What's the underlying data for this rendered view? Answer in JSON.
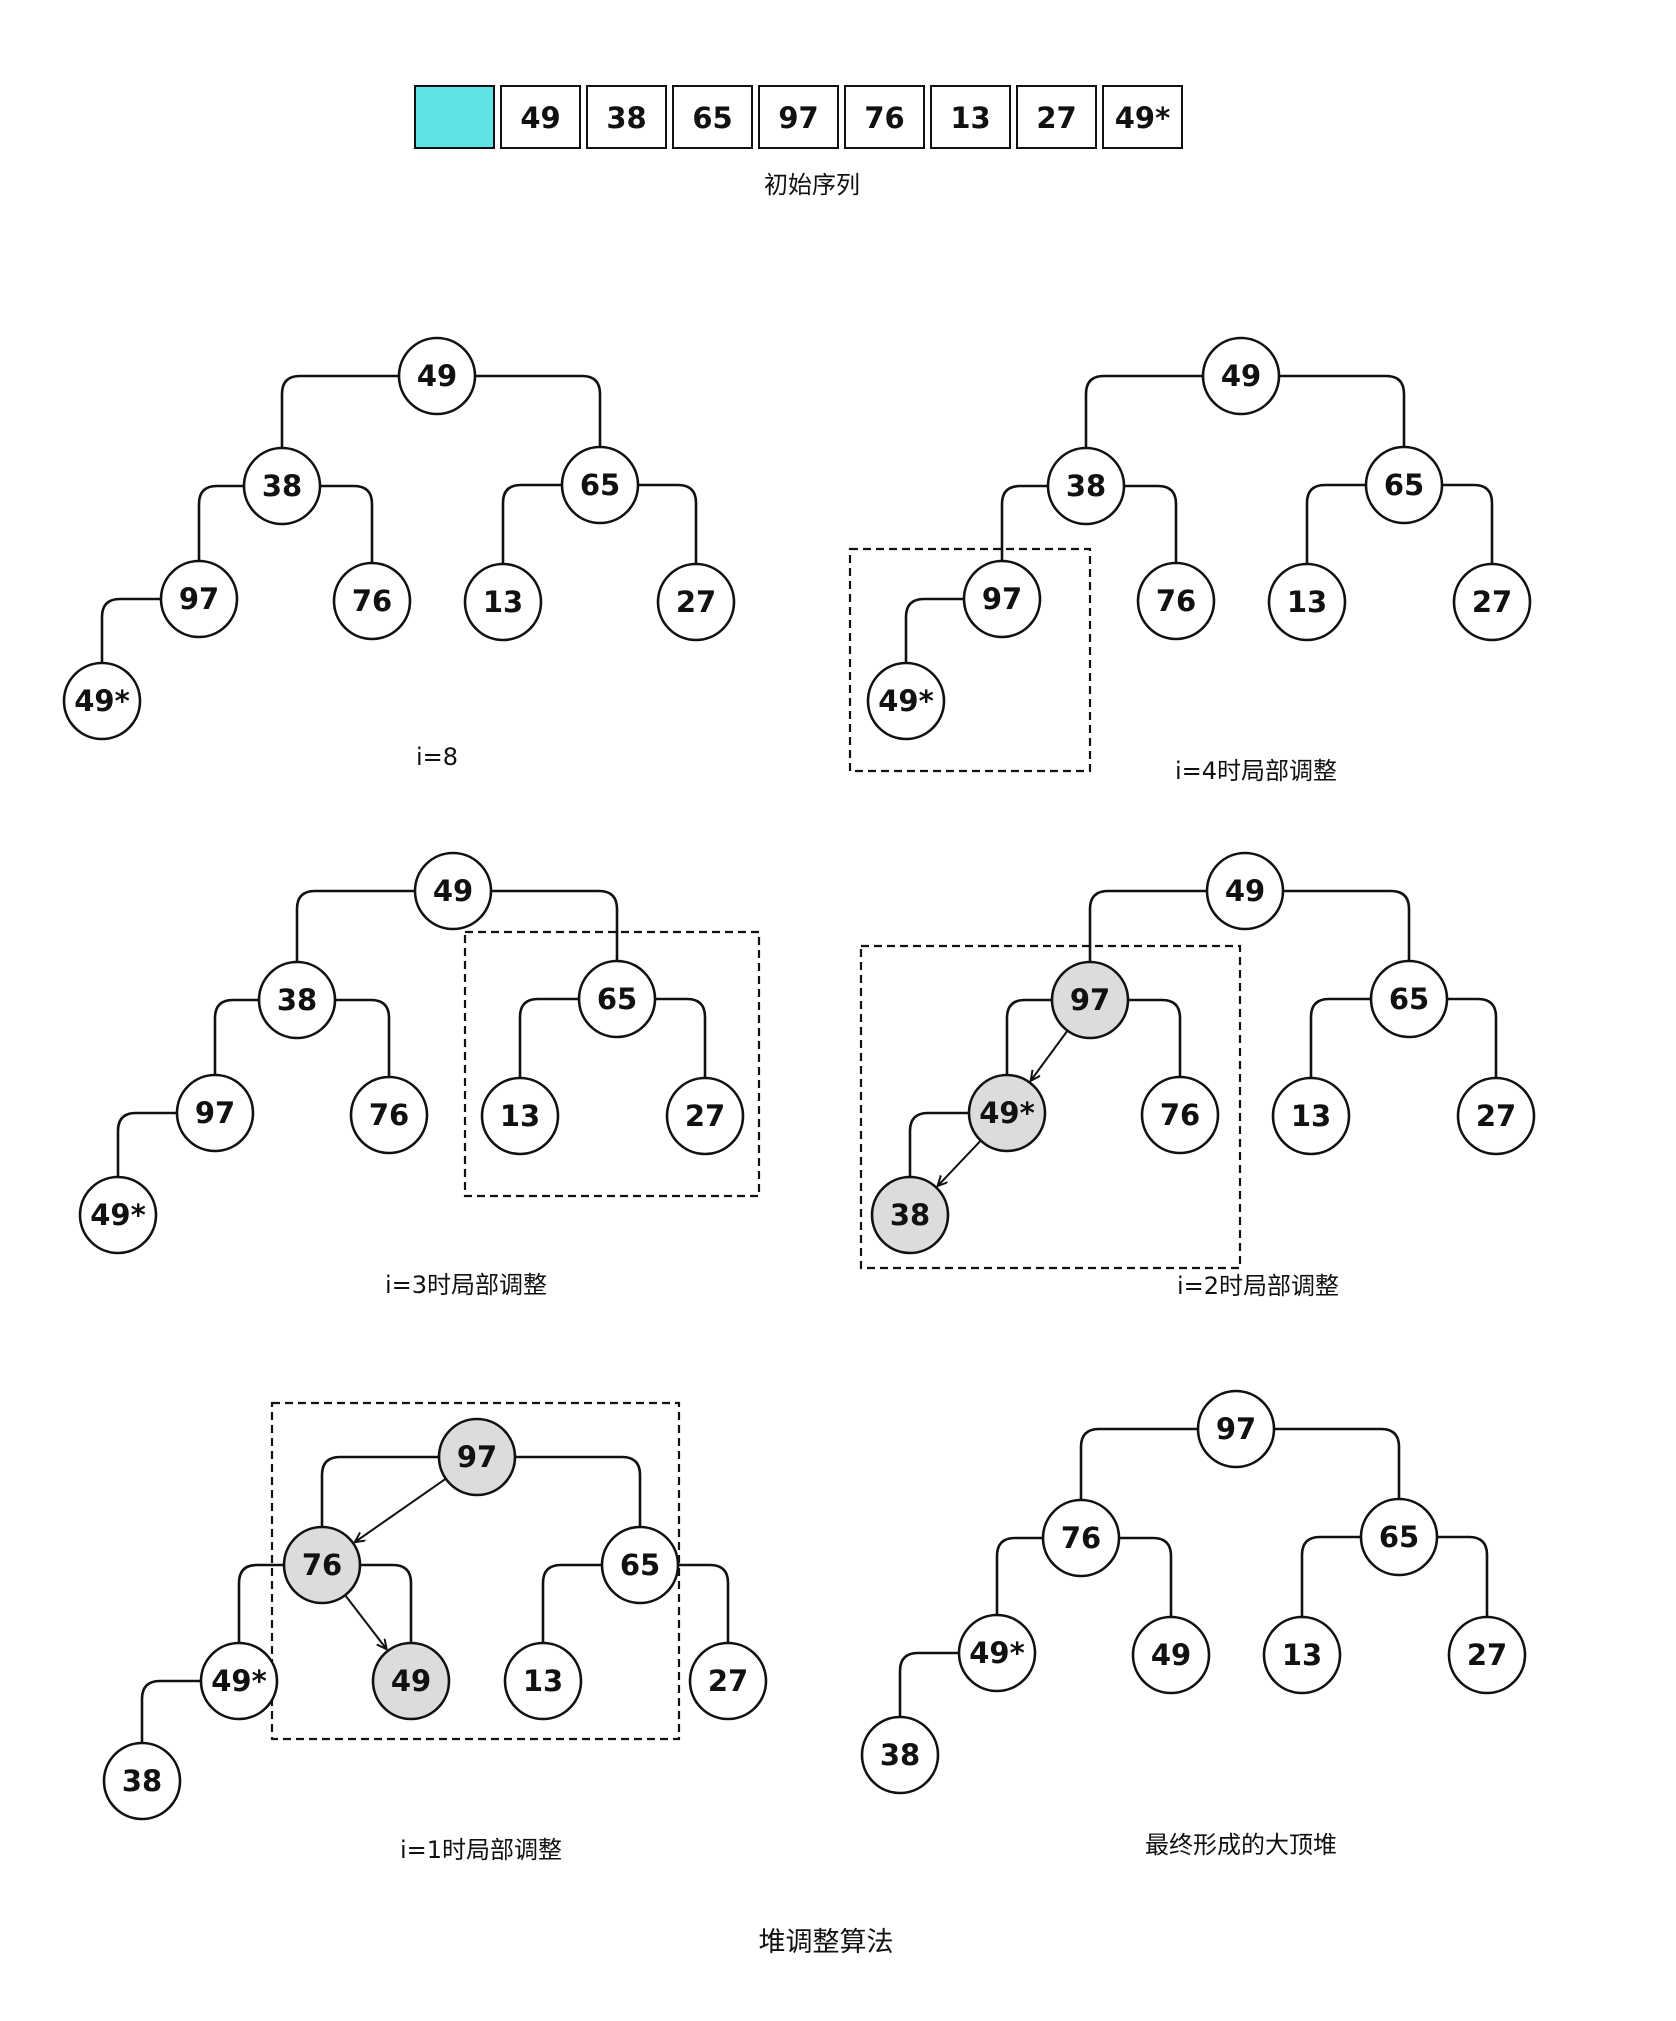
{
  "array": {
    "cells": [
      "",
      "49",
      "38",
      "65",
      "97",
      "76",
      "13",
      "27",
      "49*"
    ],
    "first_cell_color": "#5EE2E6",
    "caption": "初始序列"
  },
  "panels": [
    {
      "id": "i8",
      "caption": "i=8",
      "nodes": [
        "49",
        "38",
        "65",
        "97",
        "76",
        "13",
        "27",
        "49*",
        "",
        ""
      ],
      "highlight": [],
      "arrows": [],
      "has_box": false
    },
    {
      "id": "i4",
      "caption": "i=4时局部调整",
      "nodes": [
        "49",
        "38",
        "65",
        "97",
        "76",
        "13",
        "27",
        "49*",
        "",
        ""
      ],
      "highlight": [],
      "arrows": [],
      "has_box": true
    },
    {
      "id": "i3",
      "caption": "i=3时局部调整",
      "nodes": [
        "49",
        "38",
        "65",
        "97",
        "76",
        "13",
        "27",
        "49*",
        "",
        ""
      ],
      "highlight": [],
      "arrows": [],
      "has_box": true
    },
    {
      "id": "i2",
      "caption": "i=2时局部调整",
      "nodes": [
        "49",
        "97",
        "65",
        "49*",
        "76",
        "13",
        "27",
        "38",
        "",
        ""
      ],
      "highlight": [
        1,
        3,
        7
      ],
      "arrows": [
        [
          1,
          3
        ],
        [
          3,
          7
        ]
      ],
      "has_box": true
    },
    {
      "id": "i1",
      "caption": "i=1时局部调整",
      "nodes": [
        "97",
        "76",
        "65",
        "49*",
        "49",
        "13",
        "27",
        "38",
        "",
        ""
      ],
      "highlight": [
        0,
        1,
        4
      ],
      "arrows": [
        [
          0,
          1
        ],
        [
          1,
          4
        ]
      ],
      "has_box": true
    },
    {
      "id": "final",
      "caption": "最终形成的大顶堆",
      "nodes": [
        "97",
        "76",
        "65",
        "49*",
        "49",
        "13",
        "27",
        "38",
        "",
        ""
      ],
      "highlight": [],
      "arrows": [],
      "has_box": false
    }
  ],
  "colors": {
    "node_fill": "#ffffff",
    "highlight_fill": "#dcdcdc",
    "stroke": "#111111"
  },
  "footer": {
    "title": "堆调整算法"
  }
}
